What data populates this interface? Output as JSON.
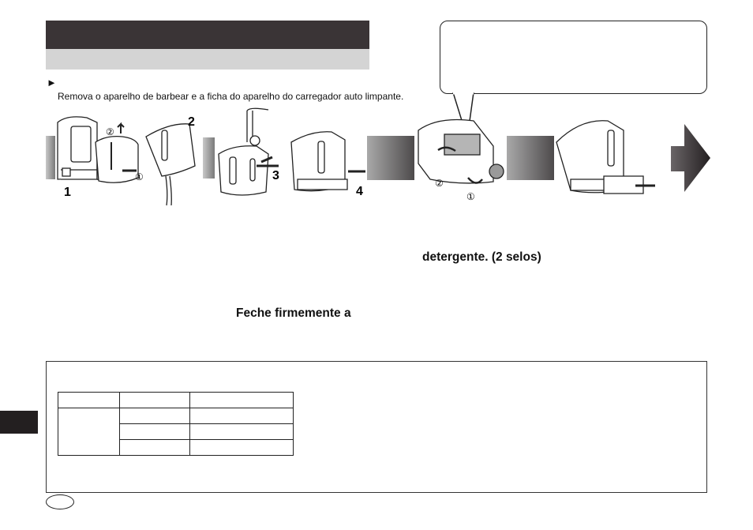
{
  "instructions": {
    "arrow_glyph": "►",
    "text": "Remova o aparelho de barbear e a ficha do aparelho do carregador auto limpante."
  },
  "figure": {
    "labels": {
      "step1": "1",
      "step2": "2",
      "step3": "3",
      "step4": "4",
      "circle1": "①",
      "circle2": "②"
    }
  },
  "body_text": {
    "detergent": "detergente. (2 selos)",
    "close_firmly": "Feche firmemente a"
  },
  "colors": {
    "header_dark": "#3a3436",
    "header_light": "#d4d4d4",
    "arrow_gradient_start": "#5a5558",
    "arrow_gradient_end": "#231f20"
  }
}
